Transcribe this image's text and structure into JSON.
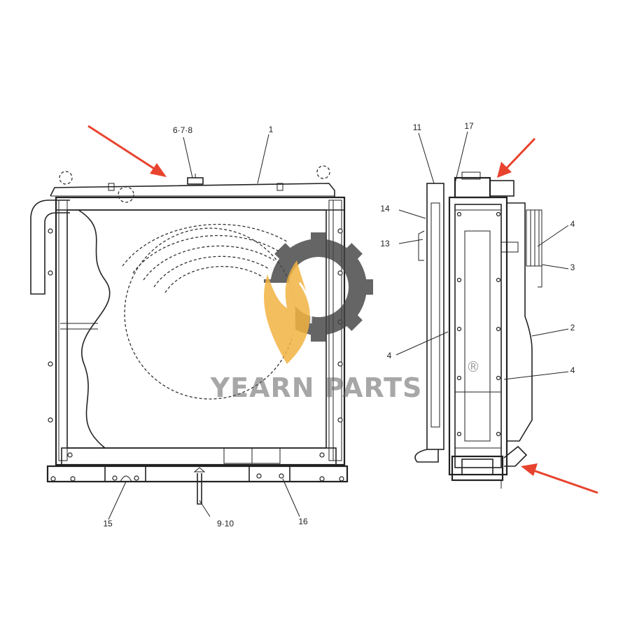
{
  "diagram": {
    "front_view": {
      "callouts": [
        "6·7·8",
        "1",
        "15",
        "9·10",
        "16"
      ]
    },
    "side_view": {
      "callouts": [
        "11",
        "17",
        "14",
        "13",
        "4",
        "3",
        "2",
        "4",
        "4"
      ]
    },
    "watermark": {
      "text": "YEARN PARTS",
      "registered_mark": "®"
    },
    "colors": {
      "arrow": "#e8432e",
      "watermark_gear": "#444444",
      "watermark_flame": "#f2b341",
      "line_art": "#222222"
    }
  }
}
